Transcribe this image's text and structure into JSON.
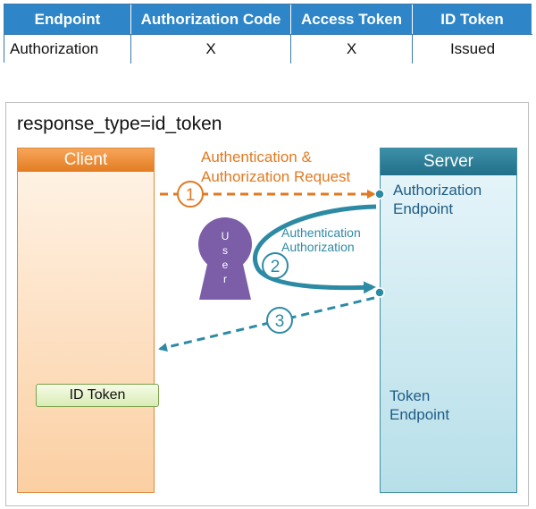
{
  "table": {
    "headers": [
      "Endpoint",
      "Authorization Code",
      "Access Token",
      "ID Token"
    ],
    "rows": [
      [
        "Authorization",
        "X",
        "X",
        "Issued"
      ]
    ]
  },
  "diagram": {
    "title": "response_type=id_token",
    "client_label": "Client",
    "server_label": "Server",
    "auth_endpoint_line1": "Authorization",
    "auth_endpoint_line2": "Endpoint",
    "token_endpoint_line1": "Token",
    "token_endpoint_line2": "Endpoint",
    "request_label_line1": "Authentication &",
    "request_label_line2": "Authorization Request",
    "authn_label_line1": "Authentication",
    "authn_label_line2": "Authorization",
    "user_letters": [
      "U",
      "s",
      "e",
      "r"
    ],
    "id_token_label": "ID Token",
    "steps": [
      "1",
      "2",
      "3"
    ],
    "colors": {
      "orange": "#e07a22",
      "teal": "#2d8aa4",
      "user": "#7b5ea7"
    }
  }
}
